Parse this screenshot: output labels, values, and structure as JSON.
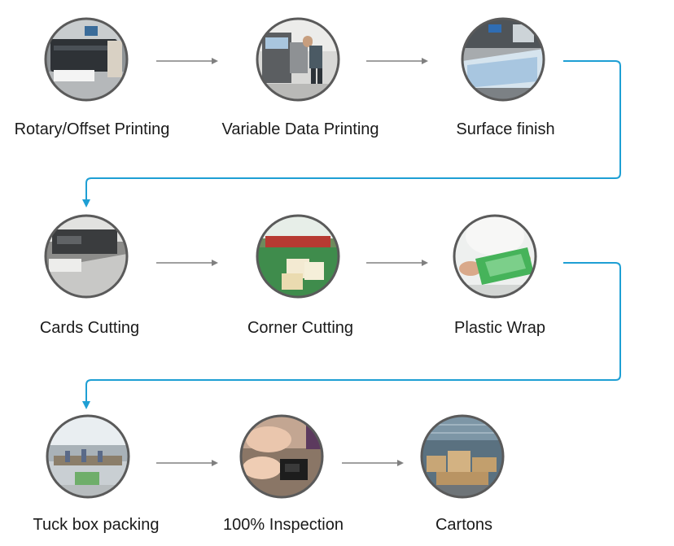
{
  "steps": [
    {
      "label": "Rotary/Offset Printing",
      "scene": "offset-printing-machine-photo"
    },
    {
      "label": "Variable Data Printing",
      "scene": "operator-at-digital-press-photo"
    },
    {
      "label": "Surface finish",
      "scene": "laminating-machine-photo"
    },
    {
      "label": "Cards Cutting",
      "scene": "cutting-machine-photo"
    },
    {
      "label": "Corner Cutting",
      "scene": "factory-floor-with-boxes-photo"
    },
    {
      "label": "Plastic Wrap",
      "scene": "hands-wrapping-cards-photo"
    },
    {
      "label": "Tuck box packing",
      "scene": "packing-workshop-photo"
    },
    {
      "label": "100% Inspection",
      "scene": "hands-inspecting-card-photo"
    },
    {
      "label": "Cartons",
      "scene": "warehouse-cartons-photo"
    }
  ],
  "colors": {
    "gray_arrow": "#808080",
    "connector": "#1e9fd4",
    "text": "#1a1a1a",
    "photo_border": "#5a5a5a"
  }
}
